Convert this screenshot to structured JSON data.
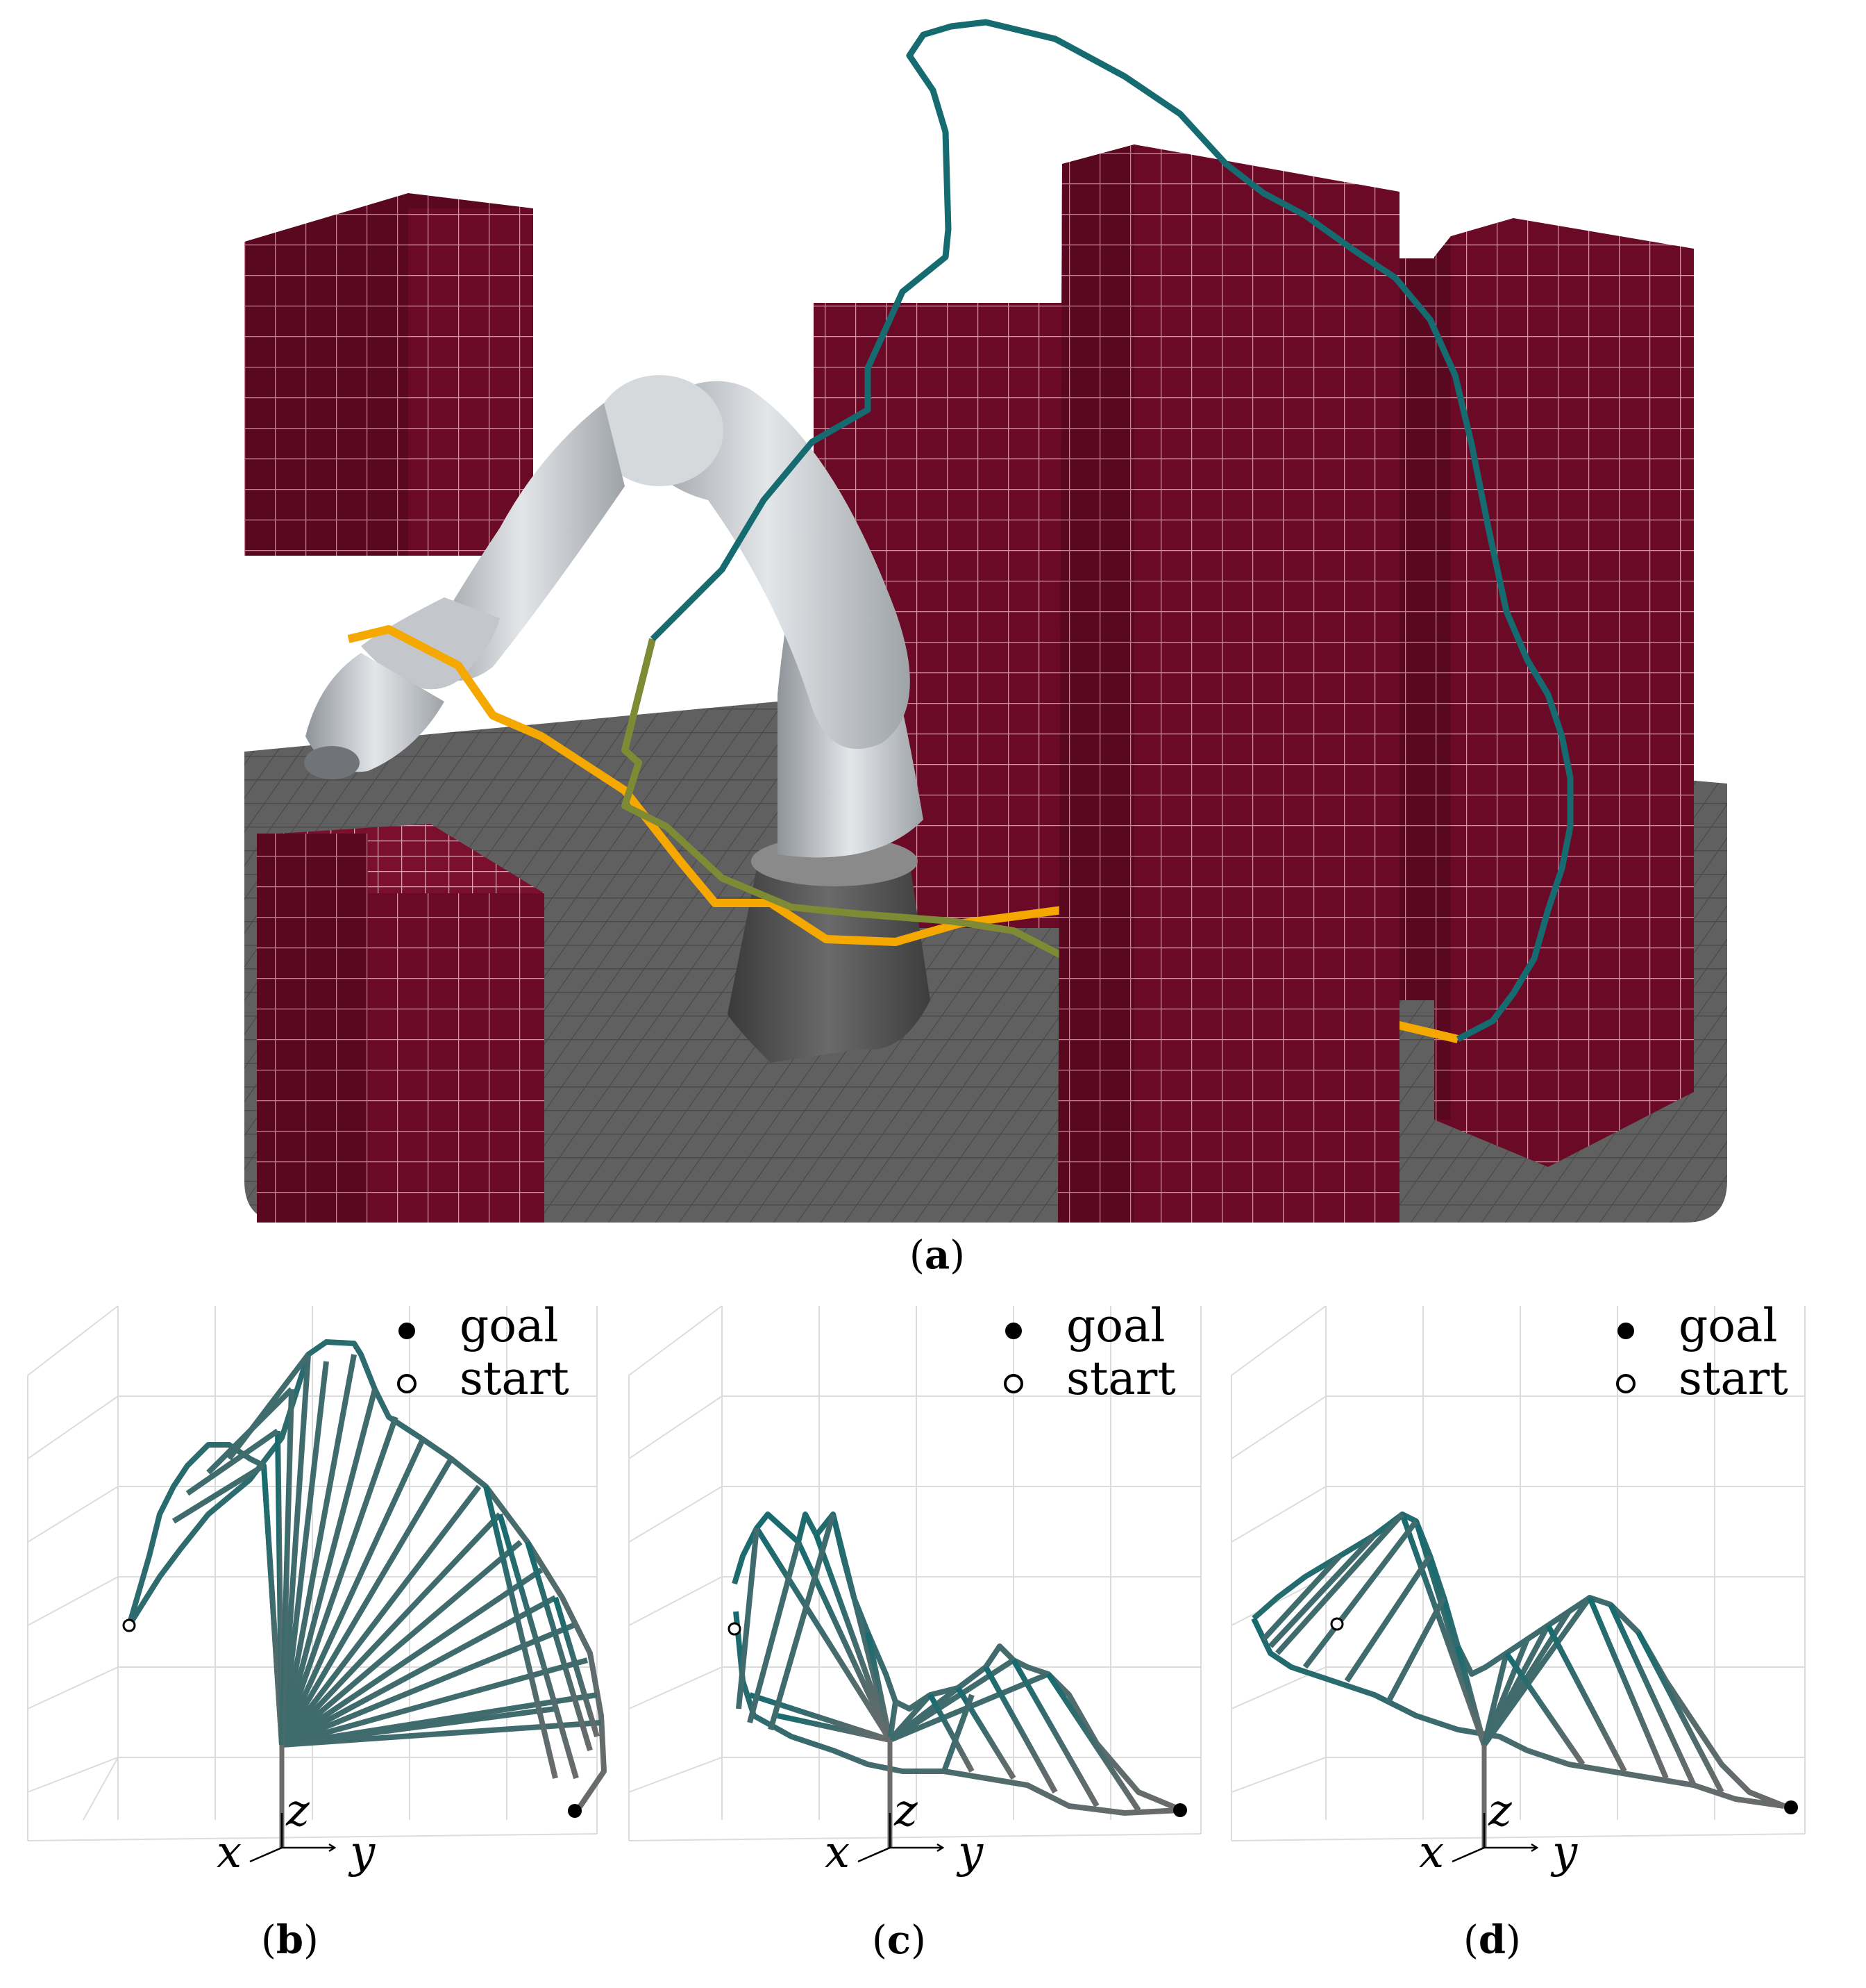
{
  "panels": {
    "a": {
      "caption_letter": "a"
    },
    "b": {
      "caption_letter": "b"
    },
    "c": {
      "caption_letter": "c"
    },
    "d": {
      "caption_letter": "d"
    }
  },
  "legend": {
    "goal": "goal",
    "start": "start"
  },
  "axes": {
    "x": "x",
    "y": "y",
    "z": "z"
  },
  "colors": {
    "obstacle": "#6b0a26",
    "obstacle_grid": "#d98ea4",
    "floor": "#5c5c5c",
    "path_teal": "#156b6f",
    "path_orange": "#f5a800",
    "path_olive": "#7f8a35",
    "robot_arm": "#c9cdd2",
    "robot_base": "#4a4a4a"
  }
}
